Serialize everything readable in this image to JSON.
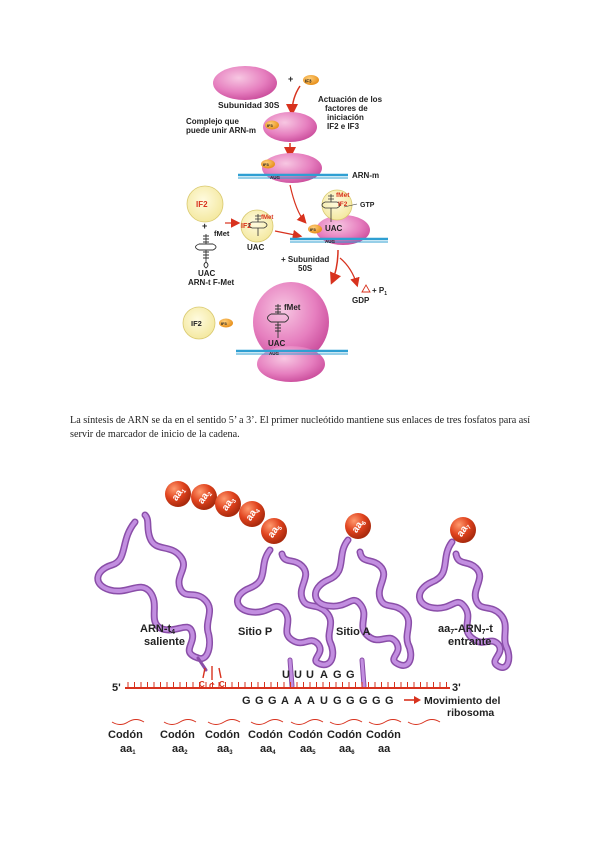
{
  "figure1": {
    "sub30s": "Subunidad 30S",
    "plus1": "+",
    "if3_top": "IF3",
    "actuacion": [
      "Actuación de los",
      "factores de",
      "iniciación",
      "IF2 e IF3"
    ],
    "complejo": [
      "Complejo que",
      "puede unir ARN-m"
    ],
    "if3_small": "IF3",
    "if3_s2": "IF3",
    "arnm": "ARN-m",
    "if2_big": "IF2",
    "plus2": "+",
    "fmet_left": "fMet",
    "uac_left": "UAC",
    "arnt_fmet": "ARN-t F-Met",
    "if2_mid": "IF2",
    "fmet_mid": "fMet",
    "uac_mid": "UAC",
    "fmet_right": "fMet",
    "if2_right": "IF2",
    "gtp": "GTP",
    "if3_right": "IF3",
    "uac_right": "UAC",
    "aug_right": "AUG",
    "aug_s2": "AUG",
    "plus_sub50": [
      "+ Subunidad",
      "50S"
    ],
    "gdp": "GDP",
    "p1": "+ P",
    "p1_sub": "1",
    "if2_bottom": "IF2",
    "if3_bottom": "IF3",
    "fmet_bottom": "fMet",
    "uac_bottom": "UAC",
    "aug_bottom": "AUG"
  },
  "caption": "La síntesis de ARN se da en el sentido 5’ a 3’. El primer nucleótido mantiene sus enlaces de tres fosfatos para así servir de marcador de inicio de la cadena.",
  "figure2": {
    "aa_balls": [
      {
        "base": "aa",
        "sub": "1"
      },
      {
        "base": "aa",
        "sub": "2"
      },
      {
        "base": "aa",
        "sub": "3"
      },
      {
        "base": "aa",
        "sub": "4"
      },
      {
        "base": "aa",
        "sub": "5"
      },
      {
        "base": "aa",
        "sub": "6"
      },
      {
        "base": "aa",
        "sub": "7"
      }
    ],
    "arnt_saliente": {
      "line1": "ARN-t",
      "sub": "4",
      "line2": "saliente"
    },
    "ccc": [
      "C",
      "C",
      "C"
    ],
    "sitio_p": "Sitio P",
    "sitio_a": "Sitio A",
    "entrante": {
      "aa": "aa",
      "aa_sub": "7",
      "mid": "-ARN",
      "mid_sub": "7",
      "end": "-t",
      "line2": "entrante"
    },
    "anticodon": [
      "U",
      "U",
      "U",
      "A",
      "G",
      "G"
    ],
    "five": "5'",
    "three": "3'",
    "mrna": [
      "G",
      "G",
      "G",
      "A",
      "A",
      "A",
      "U",
      "G",
      "G",
      "G",
      "G",
      "G"
    ],
    "movimiento": [
      "Movimiento del",
      "ribosoma"
    ],
    "codones": [
      {
        "label": "Codón",
        "aa": "aa",
        "sub": "1"
      },
      {
        "label": "Codón",
        "aa": "aa",
        "sub": "2"
      },
      {
        "label": "Codón",
        "aa": "aa",
        "sub": "3"
      },
      {
        "label": "Codón",
        "aa": "aa",
        "sub": "4"
      },
      {
        "label": "Codón",
        "aa": "aa",
        "sub": "5"
      },
      {
        "label": "Codón",
        "aa": "aa",
        "sub": "6"
      },
      {
        "label": "Codón",
        "aa": "aa",
        "sub": ""
      }
    ],
    "colors": {
      "trna": "#b77ed6",
      "ball": "#e0431e",
      "mrna": "#d8321e"
    }
  }
}
